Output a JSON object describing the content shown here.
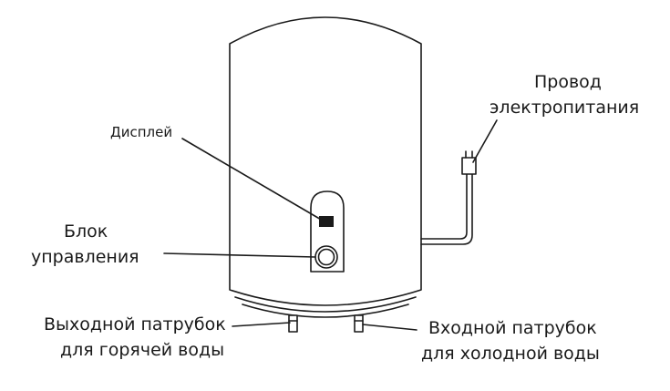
{
  "labels": {
    "display": "Дисплей",
    "control_block": [
      "Блок",
      "управления"
    ],
    "power_cord": [
      "Провод",
      "электропитания"
    ],
    "hot_outlet": [
      "Выходной патрубок",
      "для горячей воды"
    ],
    "cold_inlet": [
      "Входной патрубок",
      "для холодной воды"
    ]
  },
  "colors": {
    "stroke": "#1a1a1a",
    "display_fill": "#1a1a1a",
    "background": "#ffffff"
  }
}
